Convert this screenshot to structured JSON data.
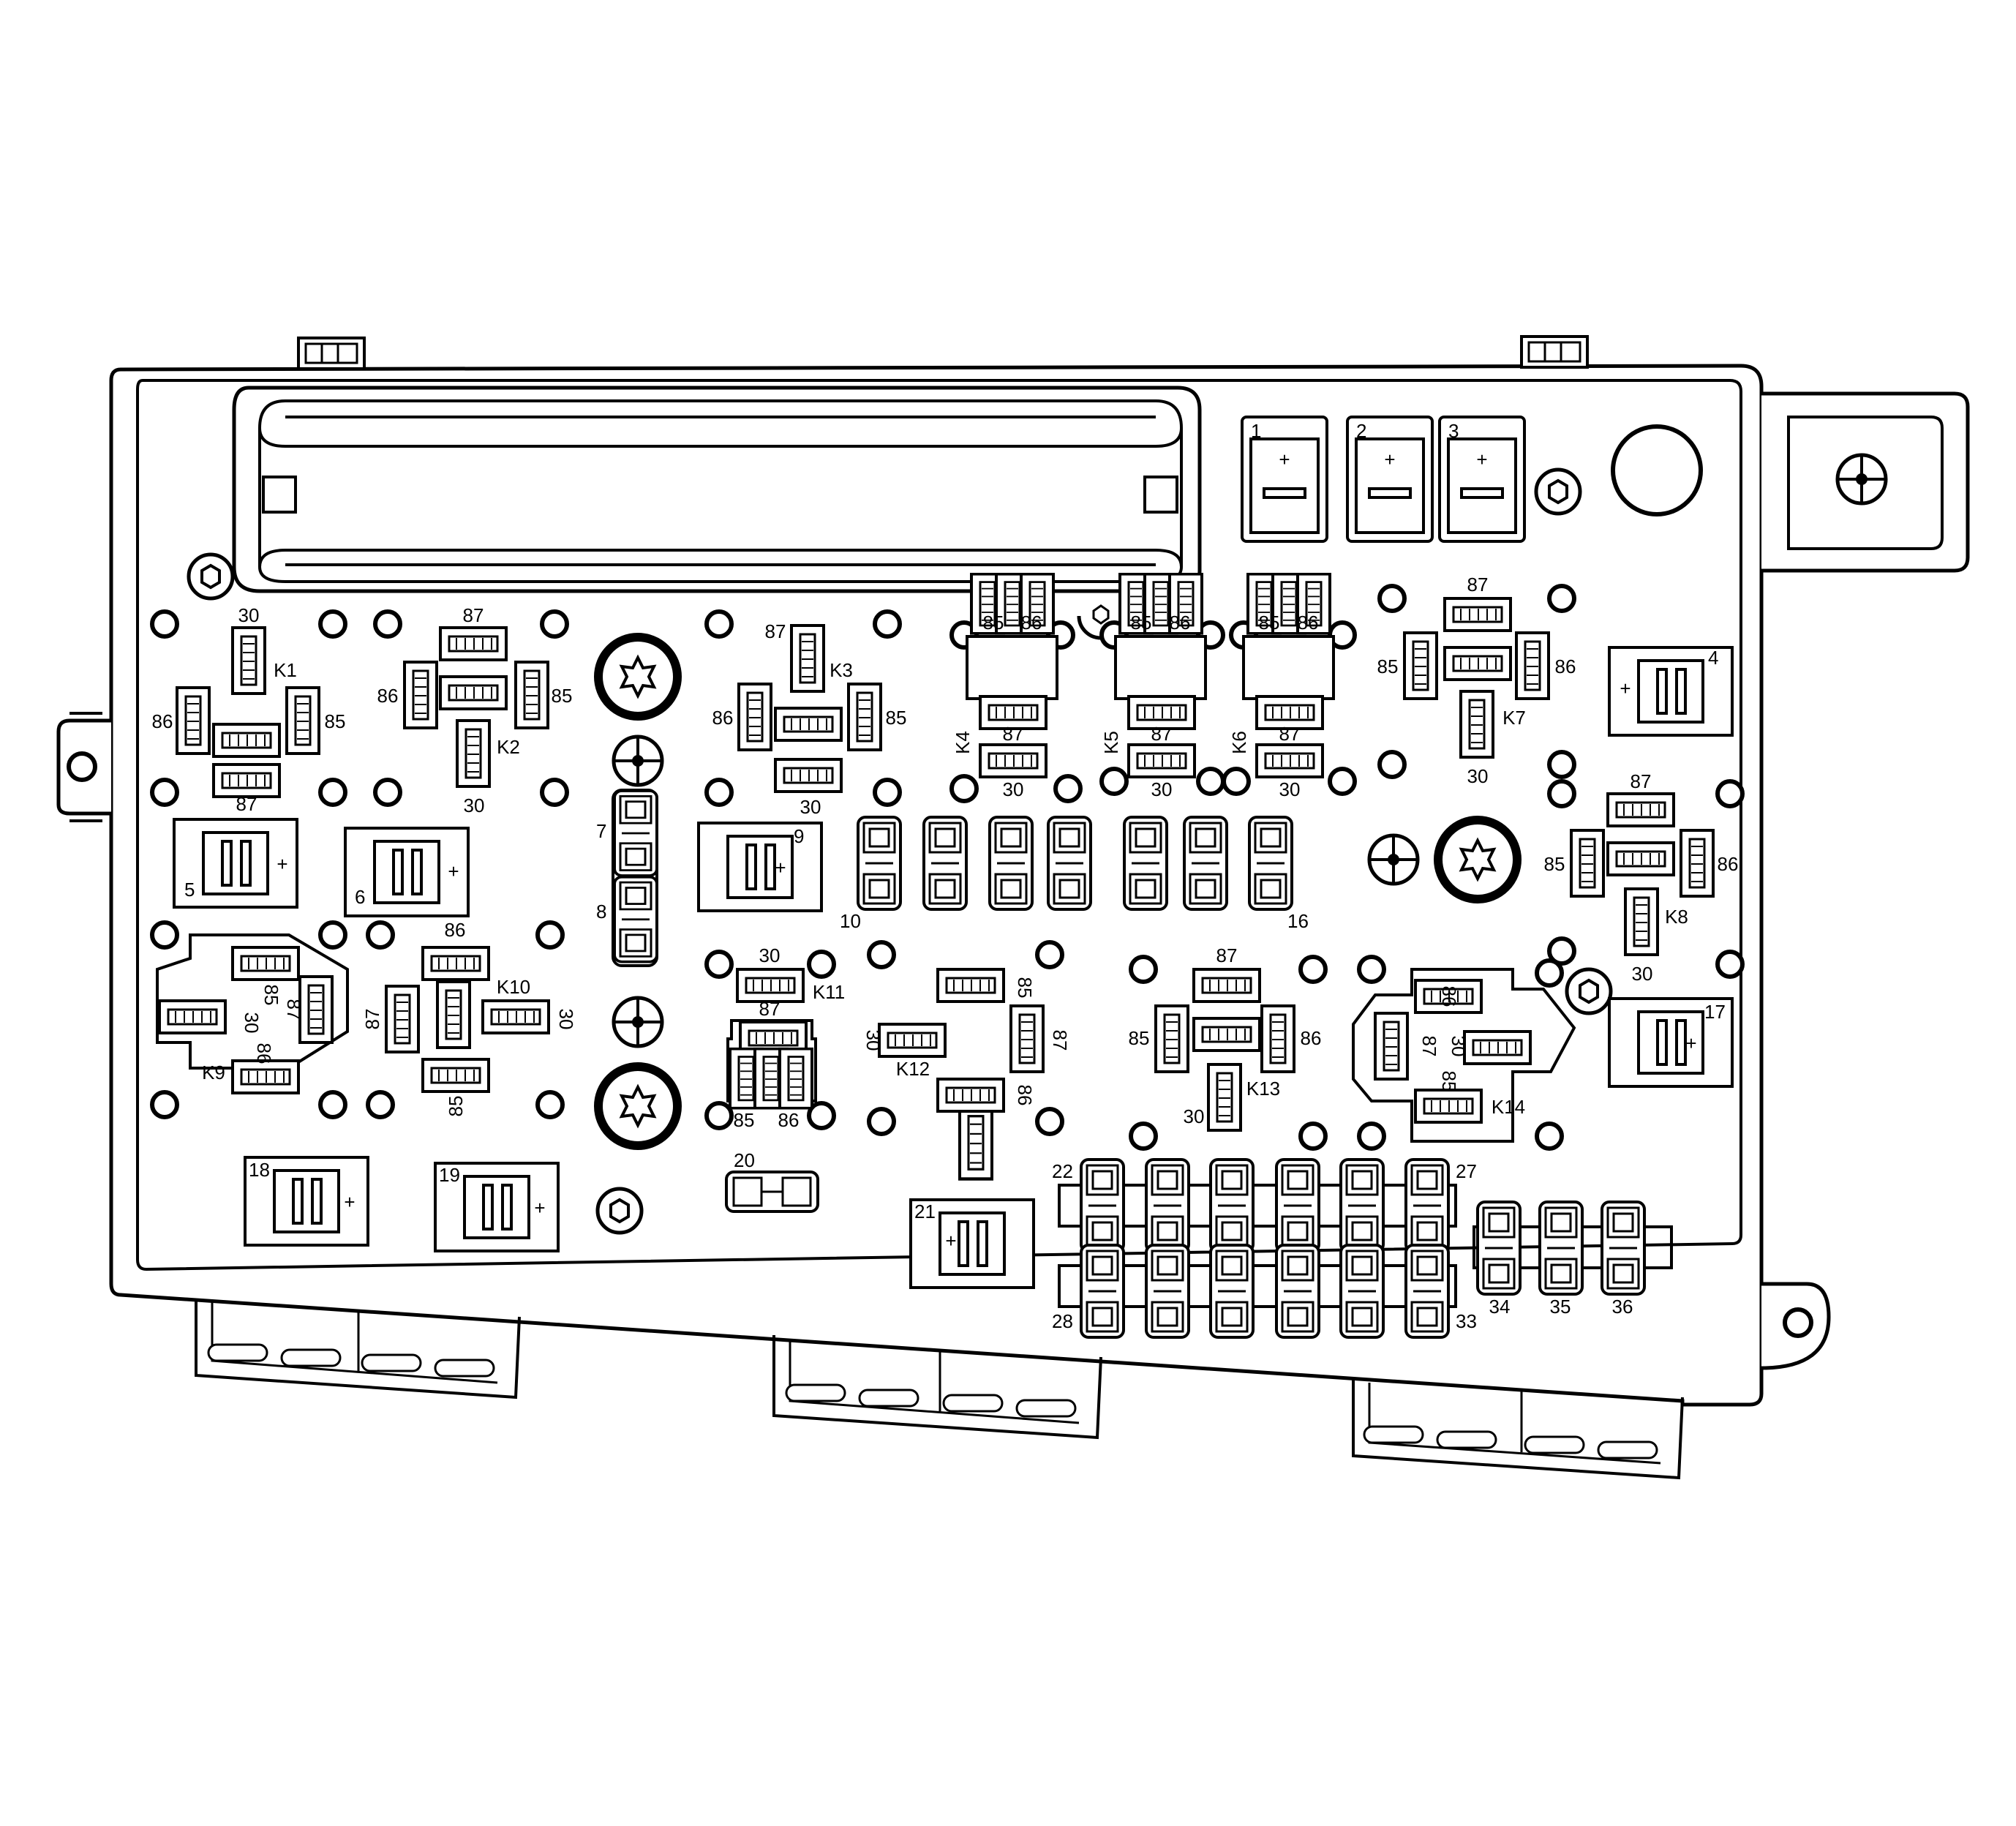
{
  "diagram": {
    "relays": [
      {
        "id": "K1",
        "pins": [
          "30",
          "86",
          "85",
          "87"
        ]
      },
      {
        "id": "K2",
        "pins": [
          "87",
          "86",
          "85",
          "30"
        ]
      },
      {
        "id": "K3",
        "pins": [
          "87",
          "86",
          "85",
          "30"
        ]
      },
      {
        "id": "K4",
        "pins": [
          "85",
          "86",
          "87",
          "87",
          "30"
        ]
      },
      {
        "id": "K5",
        "pins": [
          "85",
          "86",
          "87",
          "87",
          "30"
        ]
      },
      {
        "id": "K6",
        "pins": [
          "85",
          "86",
          "87",
          "87",
          "30"
        ]
      },
      {
        "id": "K7",
        "pins": [
          "87",
          "85",
          "86",
          "30"
        ]
      },
      {
        "id": "K8",
        "pins": [
          "87",
          "85",
          "86",
          "30"
        ]
      },
      {
        "id": "K9",
        "pins": [
          "85",
          "30",
          "87",
          "86"
        ]
      },
      {
        "id": "K10",
        "pins": [
          "86",
          "87",
          "30",
          "85"
        ]
      },
      {
        "id": "K11",
        "pins": [
          "30",
          "87",
          "85",
          "86"
        ]
      },
      {
        "id": "K12",
        "pins": [
          "85",
          "30",
          "87",
          "86"
        ]
      },
      {
        "id": "K13",
        "pins": [
          "87",
          "85",
          "86",
          "30"
        ]
      },
      {
        "id": "K14",
        "pins": [
          "86",
          "87",
          "30",
          "85"
        ]
      }
    ],
    "fuses": [
      "1",
      "2",
      "3",
      "4",
      "5",
      "6",
      "7",
      "8",
      "9",
      "10",
      "16",
      "17",
      "18",
      "19",
      "20",
      "21",
      "22",
      "27",
      "28",
      "33",
      "34",
      "35",
      "36"
    ],
    "symbols": {
      "plus": "+"
    }
  }
}
